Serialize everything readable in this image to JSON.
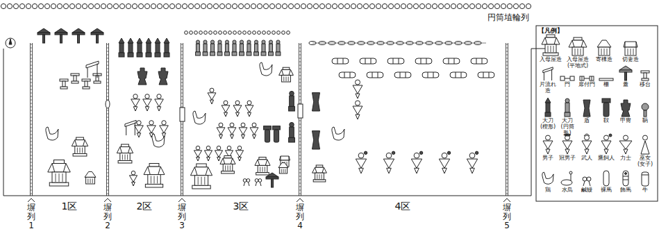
{
  "diagram": {
    "labels": [
      "円筒埴輪列",
      "塀列1",
      "1区",
      "塀列2",
      "2区",
      "塀列3",
      "3区",
      "塀列4",
      "4区",
      "塀列5",
      "【凡例】"
    ],
    "legend": [
      {
        "text": "入母屋造"
      },
      {
        "text": "入母屋造(平地式)"
      },
      {
        "text": "寄棟造"
      },
      {
        "text": "切妻造"
      },
      {
        "text": "片流れ造"
      },
      {
        "text": "門"
      },
      {
        "text": "扉付門"
      },
      {
        "text": "柵"
      },
      {
        "text": "蓋"
      },
      {
        "text": "移台"
      },
      {
        "text": "大刀(楔形)"
      },
      {
        "text": "大刀(円筒形)"
      },
      {
        "text": "盾"
      },
      {
        "text": "靫"
      },
      {
        "text": "甲冑"
      },
      {
        "text": "鞆"
      },
      {
        "text": "男子"
      },
      {
        "text": "冠男子"
      },
      {
        "text": "武人"
      },
      {
        "text": "鷹飼人"
      },
      {
        "text": "力士"
      },
      {
        "text": "巫女(女子)"
      },
      {
        "text": "鶏"
      },
      {
        "text": "水鳥"
      },
      {
        "text": "鹹鰻"
      },
      {
        "text": "裸馬"
      },
      {
        "text": "飾馬"
      },
      {
        "text": "牛"
      }
    ]
  }
}
